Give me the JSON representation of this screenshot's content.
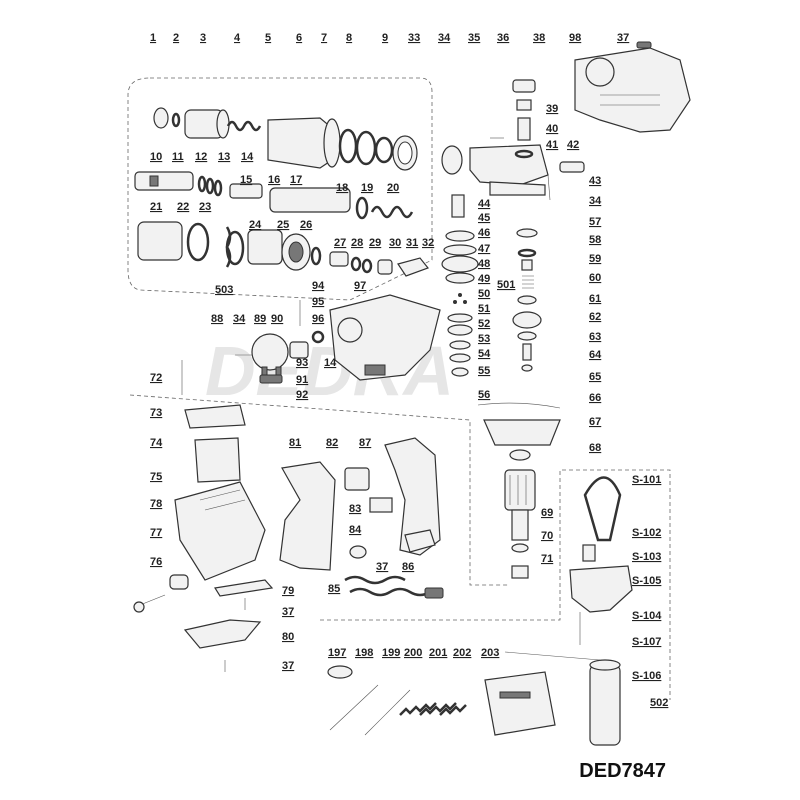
{
  "model": "DED7847",
  "watermark": "DEDRA",
  "parts": {
    "p1": "1",
    "p2": "2",
    "p3": "3",
    "p4": "4",
    "p5": "5",
    "p6": "6",
    "p7": "7",
    "p8": "8",
    "p9": "9",
    "p33": "33",
    "p34a": "34",
    "p35": "35",
    "p36": "36",
    "p38": "38",
    "p98": "98",
    "p37a": "37",
    "p10": "10",
    "p11": "11",
    "p12": "12",
    "p13": "13",
    "p14a": "14",
    "p15": "15",
    "p16": "16",
    "p17": "17",
    "p18": "18",
    "p19": "19",
    "p20": "20",
    "p39": "39",
    "p40": "40",
    "p41": "41",
    "p42": "42",
    "p43": "43",
    "p34b": "34",
    "p21": "21",
    "p22": "22",
    "p23": "23",
    "p24": "24",
    "p25": "25",
    "p26": "26",
    "p27": "27",
    "p28": "28",
    "p29": "29",
    "p30": "30",
    "p31": "31",
    "p32": "32",
    "p44": "44",
    "p45": "45",
    "p46": "46",
    "p47": "47",
    "p48": "48",
    "p49": "49",
    "p50": "50",
    "p51": "51",
    "p52": "52",
    "p53": "53",
    "p54": "54",
    "p55": "55",
    "p56": "56",
    "p57": "57",
    "p58": "58",
    "p59": "59",
    "p60": "60",
    "p501": "501",
    "p61": "61",
    "p62": "62",
    "p63": "63",
    "p64": "64",
    "p65": "65",
    "p66": "66",
    "p67": "67",
    "p68": "68",
    "p503": "503",
    "p94": "94",
    "p95": "95",
    "p97": "97",
    "p96": "96",
    "p88": "88",
    "p34c": "34",
    "p89": "89",
    "p90": "90",
    "p93": "93",
    "p14b": "14",
    "p91": "91",
    "p92": "92",
    "p72": "72",
    "p73": "73",
    "p74": "74",
    "p75": "75",
    "p78": "78",
    "p77": "77",
    "p76": "76",
    "p79": "79",
    "p37b": "37",
    "p80": "80",
    "p37c": "37",
    "p81": "81",
    "p82": "82",
    "p87": "87",
    "p83": "83",
    "p84": "84",
    "p37d": "37",
    "p86": "86",
    "p85": "85",
    "p69": "69",
    "p70": "70",
    "p71": "71",
    "s101": "S-101",
    "s102": "S-102",
    "s103": "S-103",
    "s105": "S-105",
    "s104": "S-104",
    "s107": "S-107",
    "s106": "S-106",
    "p502": "502",
    "p197": "197",
    "p198": "198",
    "p199": "199",
    "p200": "200",
    "p201": "201",
    "p202": "202",
    "p203": "203"
  }
}
